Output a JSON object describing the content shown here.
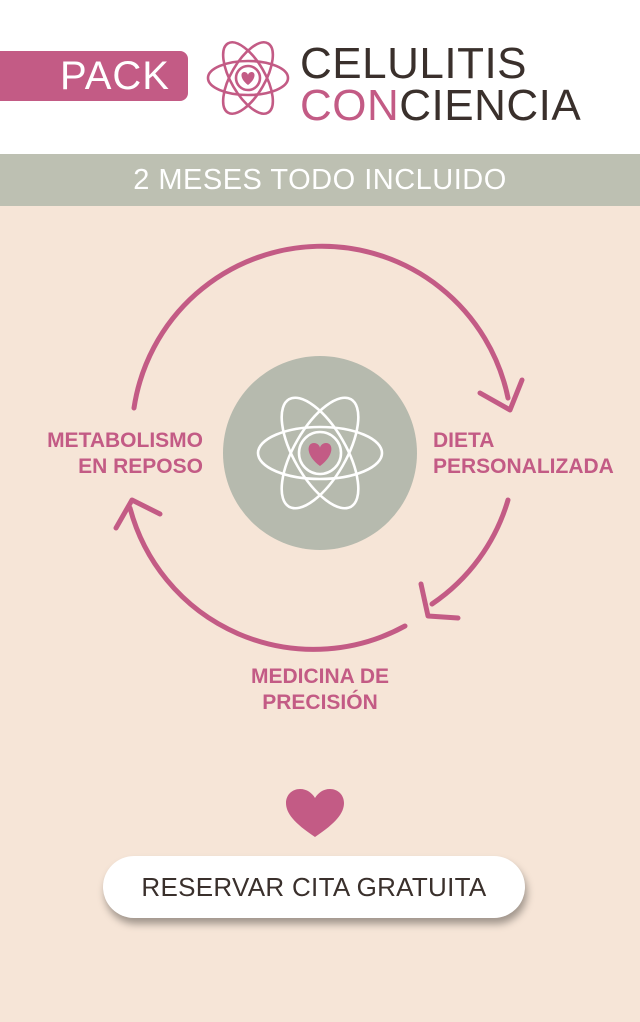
{
  "header": {
    "pack_label": "PACK",
    "brand_line1": "CELULITIS",
    "brand_line2_accent": "CON",
    "brand_line2_rest": "CIENCIA"
  },
  "banner": {
    "text": "2 MESES TODO INCLUIDO"
  },
  "cycle": {
    "steps": [
      {
        "line1": "METABOLISMO",
        "line2": "EN REPOSO"
      },
      {
        "line1": "DIETA",
        "line2": "PERSONALIZADA"
      },
      {
        "line1": "MEDICINA DE",
        "line2": "PRECISIÓN"
      }
    ],
    "center_icon": "atom-heart-icon"
  },
  "cta": {
    "label": "RESERVAR CITA GRATUITA"
  },
  "colors": {
    "accent": "#c35b85",
    "background": "#f6e5d7",
    "banner": "#bdc0b2",
    "dark_text": "#3a302c",
    "center_circle": "#b6baae"
  },
  "icons": [
    "atom-heart-logo-icon",
    "cycle-arrows-icon",
    "atom-heart-icon",
    "heart-icon"
  ]
}
